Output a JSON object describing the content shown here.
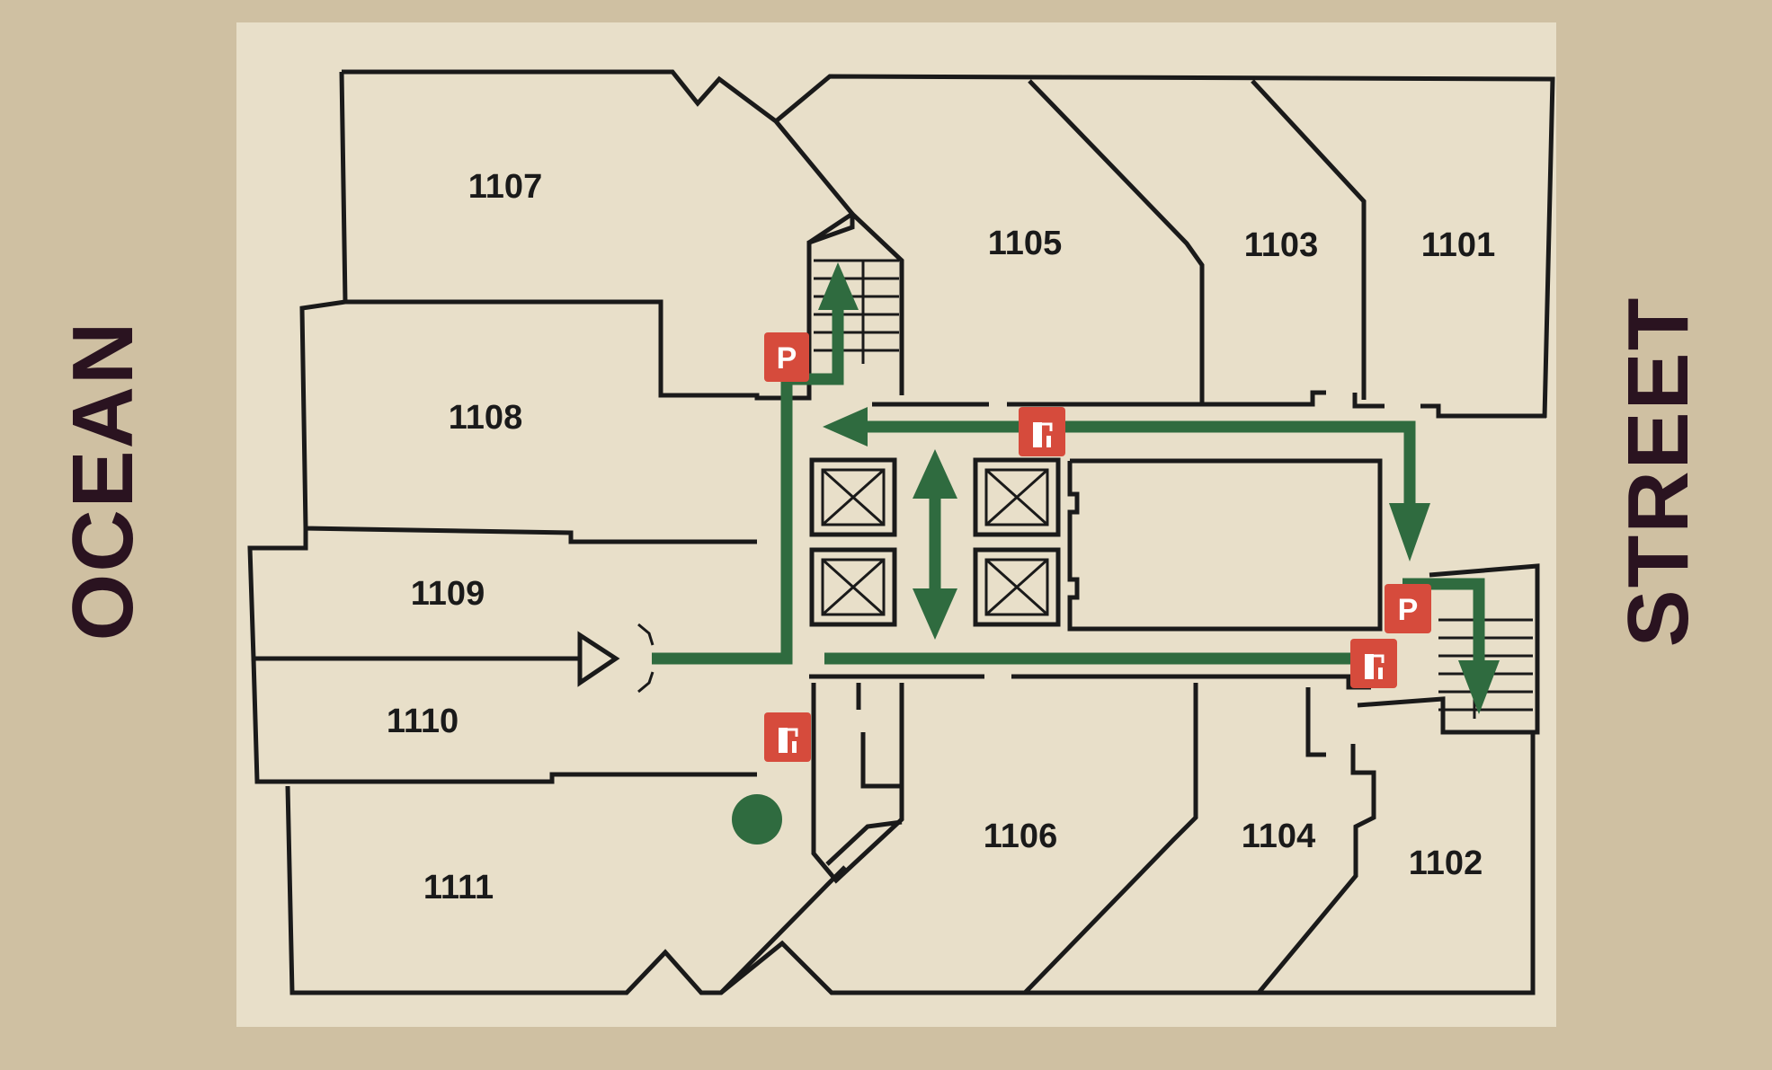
{
  "street_labels": {
    "left": "OCEAN",
    "right": "STREET"
  },
  "rooms": [
    {
      "id": "1101",
      "label": "1101"
    },
    {
      "id": "1102",
      "label": "1102"
    },
    {
      "id": "1103",
      "label": "1103"
    },
    {
      "id": "1104",
      "label": "1104"
    },
    {
      "id": "1105",
      "label": "1105"
    },
    {
      "id": "1106",
      "label": "1106"
    },
    {
      "id": "1107",
      "label": "1107"
    },
    {
      "id": "1108",
      "label": "1108"
    },
    {
      "id": "1109",
      "label": "1109"
    },
    {
      "id": "1110",
      "label": "1110"
    },
    {
      "id": "1111",
      "label": "1111"
    }
  ],
  "symbols": {
    "parking": "P",
    "fire_extinguisher_icon": "fire-extinguisher-icon",
    "you_are_here_icon": "you-are-here-dot-icon",
    "elevator_icon": "elevator-icon"
  },
  "colors": {
    "background": "#cfc0a2",
    "plaque": "#e8dfc9",
    "route": "#2f6b3f",
    "symbol": "#d64b3c",
    "walls": "#1a1a1a",
    "street_text": "#2a1320"
  }
}
